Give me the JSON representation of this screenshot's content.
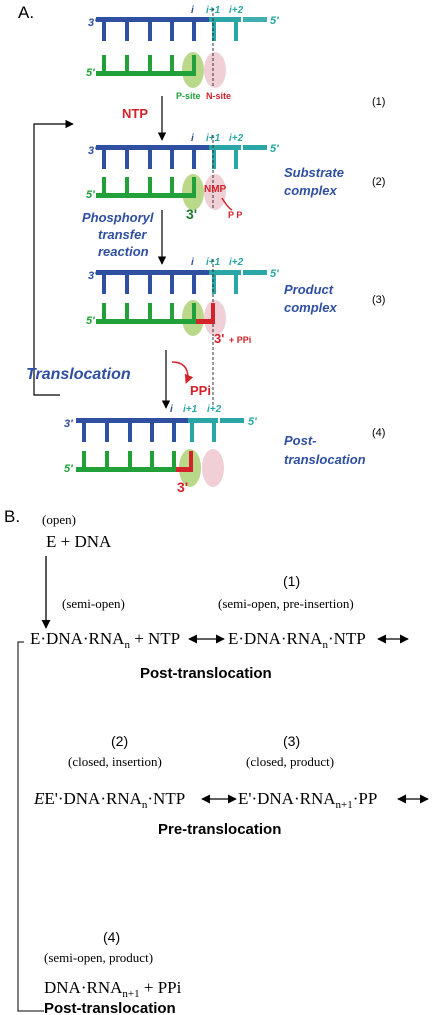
{
  "panel_a": {
    "label": "A.",
    "positions": {
      "i": "i",
      "i1": "i+1",
      "i2": "i+2"
    },
    "strand_ends": {
      "three": "3'",
      "five": "5'"
    },
    "sites": {
      "p_site": "P-site",
      "n_site": "N-site"
    },
    "ntp": "NTP",
    "nmp": "NMP",
    "pp": "P P",
    "phosphoryl": [
      "Phosphoryl",
      "transfer",
      "reaction"
    ],
    "translocation": "Translocation",
    "ppi": "PPi",
    "ppi_plus": "+ PPi",
    "three_prime": "3'",
    "state1": "(1)",
    "state2_label": [
      "Substrate",
      "complex"
    ],
    "state2": "(2)",
    "state3_label": [
      "Product",
      "complex"
    ],
    "state3": "(3)",
    "state4_label": [
      "Post-",
      "translocation"
    ],
    "state4": "(4)"
  },
  "panel_b": {
    "label": "B.",
    "open": "(open)",
    "e_dna": "E + DNA",
    "semi_open": "(semi-open)",
    "s1_num": "(1)",
    "s1_desc": "(semi-open, pre-insertion)",
    "eq1_left": "E·DNA·RNA",
    "eq1_left_sub": "n",
    "eq1_left_tail": " + NTP",
    "eq1_right": "E·DNA·RNA",
    "eq1_right_sub": "n",
    "eq1_right_tail": "·NTP",
    "post1": "Post-translocation",
    "s2_num": "(2)",
    "s2_desc": "(closed, insertion)",
    "s3_num": "(3)",
    "s3_desc": "(closed, product)",
    "eq2_left": "E'·DNA·RNA",
    "eq2_left_sub": "n",
    "eq2_left_tail": "·NTP",
    "eq2_right": "E'·DNA·RNA",
    "eq2_right_sub": "n+1",
    "eq2_right_tail": "·PP",
    "pre": "Pre-translocation",
    "s4_num": "(4)",
    "s4_desc": "(semi-open, product)",
    "eq3": "DNA·RNA",
    "eq3_sub": "n+1",
    "eq3_tail": " + PPi",
    "post2": "Post-translocation"
  },
  "colors": {
    "dna": "#2f4fa0",
    "dna_downstream": "#2aa6a6",
    "rna": "#22a039",
    "accent": "#d4222a",
    "p_site": "#b9d88a",
    "n_site": "#f0cfd6"
  }
}
